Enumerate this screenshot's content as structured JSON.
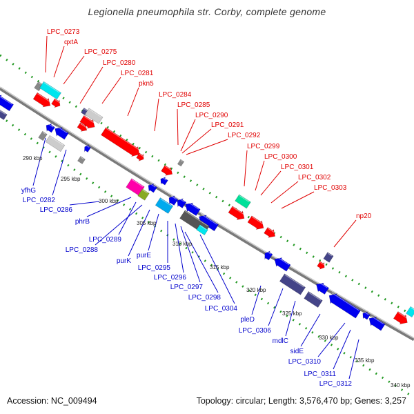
{
  "title": "Legionella pneumophila str. Corby, complete genome",
  "accession": "Accession: NC_009494",
  "topology": "Topology: circular; Length: 3,576,470 bp; Genes: 3,257",
  "colors": {
    "forward": "#ff0000",
    "reverse": "#0000ee",
    "backbone": "#888888",
    "guide": "#229922",
    "rna": "#00e5ee",
    "pseudogene": "#cccccc"
  },
  "top_labels": [
    "LPC_0273",
    "qxtA",
    "LPC_0275",
    "LPC_0280",
    "LPC_0281",
    "pkn5",
    "LPC_0284",
    "LPC_0285",
    "LPC_0290",
    "LPC_0291",
    "LPC_0292",
    "LPC_0299",
    "LPC_0300",
    "LPC_0301",
    "LPC_0302",
    "LPC_0303",
    "np20"
  ],
  "bottom_labels": [
    "yfhG",
    "LPC_0282",
    "LPC_0286",
    "phrB",
    "LPC_0289",
    "LPC_0288",
    "purK",
    "purE",
    "LPC_0295",
    "LPC_0296",
    "LPC_0297",
    "LPC_0298",
    "LPC_0304",
    "pleD",
    "LPC_0306",
    "mdlC",
    "sidE",
    "LPC_0310",
    "LPC_0311",
    "LPC_0312"
  ],
  "ticks": [
    "290 kbp",
    "295 kbp",
    "300 kbp",
    "305 kbp",
    "310 kbp",
    "315 kbp",
    "320 kbp",
    "325 kbp",
    "330 kbp",
    "335 kbp",
    "340 kbp"
  ]
}
